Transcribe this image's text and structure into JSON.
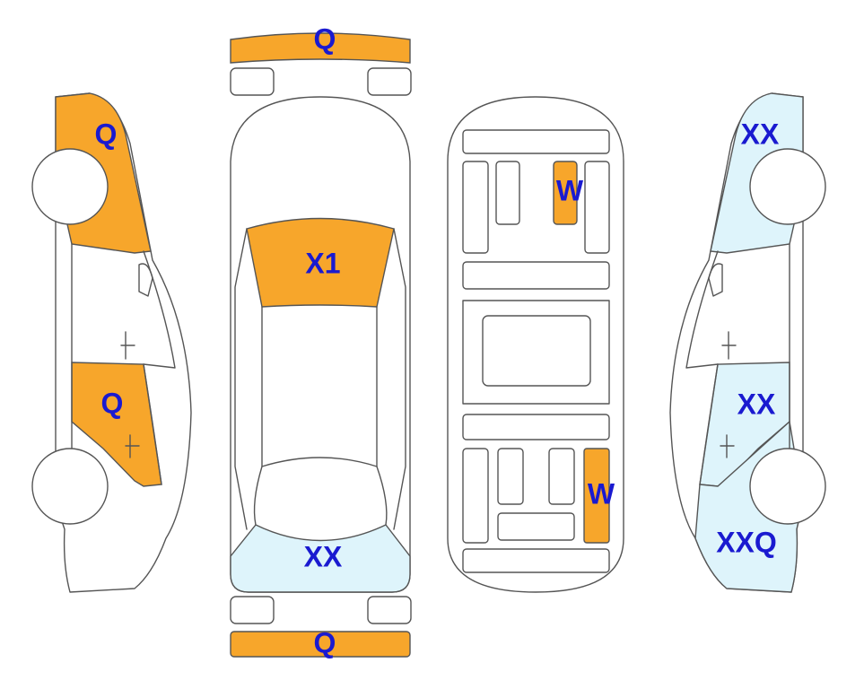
{
  "colors": {
    "orange": "#f7a62b",
    "light_blue": "#def4fb",
    "label": "#1a1ad0",
    "outline": "#555555"
  },
  "labels": {
    "front_bumper": "Q",
    "rear_bumper": "Q",
    "left_front_fender": "Q",
    "left_rear_door": "Q",
    "windshield": "X1",
    "rear_window": "XX",
    "floor_front": "W",
    "floor_rear": "W",
    "right_front_fender": "XX",
    "right_rear_door": "XX",
    "right_rear_quarter": "XXQ"
  }
}
